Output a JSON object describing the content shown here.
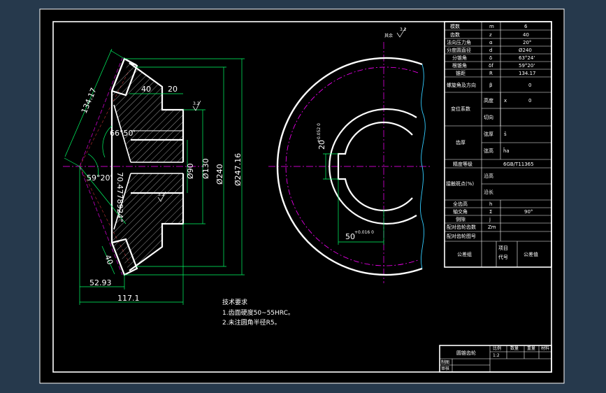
{
  "drawing": {
    "dims": {
      "slant_134": "134.17",
      "dim_40_top": "40",
      "dim_20_top": "20",
      "angle_66": "66°50'",
      "angle_59": "59°20'",
      "angle_70": "70.4778924°",
      "dia_90": "Ø90",
      "dia_130": "Ø130",
      "dia_240": "Ø240",
      "dia_247": "Ø247.16",
      "dim_40_bottom": "40",
      "dim_52": "52.93",
      "dim_117": "117.1",
      "keyway_20": "20",
      "keyway_20_tol": "+0.052 0",
      "keyway_50": "50",
      "keyway_50_tol": "+0.016 0"
    },
    "surface_marks": {
      "other": "其余",
      "rough_a": "3.2",
      "rough_b": "3.2",
      "rough_c": "3.2"
    },
    "notes": {
      "title": "技术要求",
      "line1": "1.齿面硬度50~55HRC。",
      "line2": "2.未注圆角半径R5。"
    },
    "param_table": [
      {
        "name": "模数",
        "sym": "m",
        "val": "6"
      },
      {
        "name": "齿数",
        "sym": "z",
        "val": "40"
      },
      {
        "name": "法向压力角",
        "sym": "α",
        "val": "20°"
      },
      {
        "name": "分度圆直径",
        "sym": "d",
        "val": "Ø240"
      },
      {
        "name": "分锥角",
        "sym": "δ",
        "val": "63°24'"
      },
      {
        "name": "根锥角",
        "sym": "δf",
        "val": "59°20'"
      },
      {
        "name": "锥距",
        "sym": "R",
        "val": "134.17"
      }
    ],
    "param_table2": {
      "helix": "螺旋角及方向",
      "helix_sym": "β",
      "helix_val": "0",
      "shift": "变位系数",
      "shift_sub1": "高度",
      "shift_sub1_sym": "x",
      "shift_sub1_val": "0",
      "shift_sub2": "切向",
      "thick": "齿厚",
      "thick_sub1": "弦厚",
      "thick_sub1_sym": "s̄",
      "thick_sub2": "弦高",
      "thick_sub2_sym": "h̄a",
      "accuracy": "精度等级",
      "accuracy_val": "6GB/T11365",
      "contact": "接触斑点(%)",
      "contact_sub1": "沿高",
      "contact_sub2": "沿长",
      "full_height": "全齿高",
      "full_height_sym": "h",
      "shaft_angle": "轴交角",
      "shaft_angle_sym": "Σ",
      "shaft_angle_val": "90°",
      "backlash": "侧隙",
      "backlash_sym": "j",
      "mate_teeth": "配对齿轮齿数",
      "mate_teeth_sym": "Zm",
      "mate_drawing": "配对齿轮图号",
      "tol_group": "公差组",
      "item_code_1": "项目",
      "item_code_2": "代号",
      "tol_value": "公差值"
    },
    "title_block": {
      "name": "圆锥齿轮",
      "col1": "比例",
      "col2": "数量",
      "col3": "重量",
      "col4": "材料",
      "scale": "1:2",
      "row1": "制图",
      "row2": "审核"
    }
  }
}
